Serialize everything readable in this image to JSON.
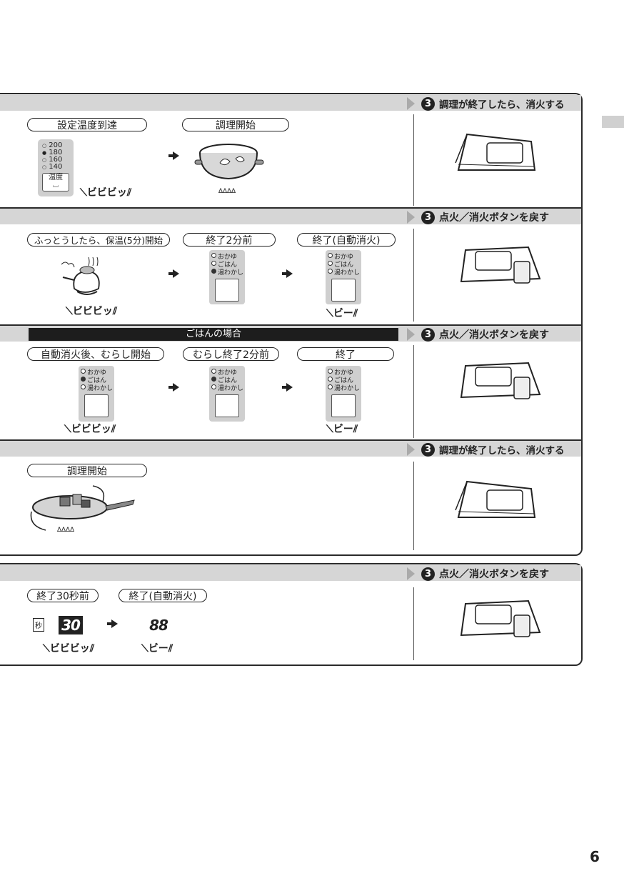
{
  "page_number": "6",
  "sections": [
    {
      "step_num": "3",
      "step_text": "調理が終了したら、消火する",
      "stages": [
        "設定温度到達",
        "調理開始"
      ],
      "temps": [
        "200",
        "180",
        "160",
        "140"
      ],
      "temp_label": "温度",
      "beep": "ビビビッ"
    },
    {
      "step_num": "3",
      "step_text": "点火／消火ボタンを戻す",
      "stages": [
        "ふっとうしたら、保温(5分)開始",
        "終了2分前",
        "終了(自動消火)"
      ],
      "beeps": [
        "ビビビッ",
        "ビー"
      ]
    },
    {
      "step_num": "3",
      "step_text": "点火／消火ボタンを戻す",
      "banner": "ごはんの場合",
      "stages": [
        "自動消火後、むらし開始",
        "むらし終了2分前",
        "終了"
      ],
      "beeps": [
        "ビビビッ",
        "ビー"
      ]
    },
    {
      "step_num": "3",
      "step_text": "調理が終了したら、消火する",
      "stages": [
        "調理開始"
      ]
    },
    {
      "step_num": "3",
      "step_text": "点火／消火ボタンを戻す",
      "stages": [
        "終了30秒前",
        "終了(自動消火)"
      ],
      "sec_label": "秒",
      "display_on": "30",
      "display_blank": "88",
      "beeps": [
        "ビビビッ",
        "ビー"
      ]
    }
  ],
  "modes": [
    "おかゆ",
    "ごはん",
    "湯わかし"
  ]
}
